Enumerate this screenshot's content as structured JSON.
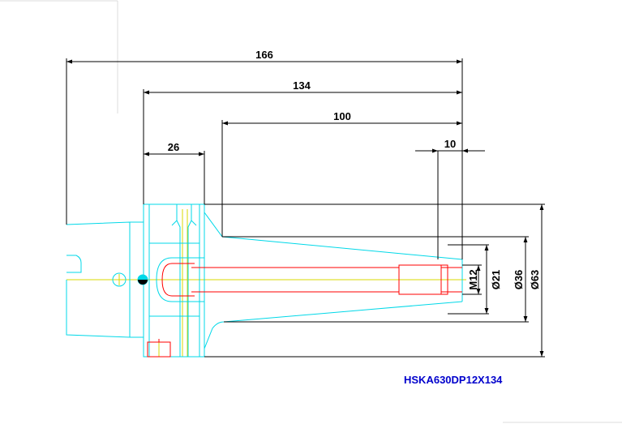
{
  "drawing": {
    "part_number": "HSKA630DP12X134",
    "dimensions": {
      "overall_length": "166",
      "body_length": "134",
      "taper_length": "100",
      "collar_width": "26",
      "tip_length": "10"
    },
    "diameters": {
      "thread": "M12",
      "bore": "Ø21",
      "tip": "Ø36",
      "flange": "Ø63"
    },
    "colors": {
      "outline": "#00d8e8",
      "dimension": "#000000",
      "hidden": "#ff0000",
      "center": "#d8d800",
      "label": "#0000cc"
    }
  }
}
